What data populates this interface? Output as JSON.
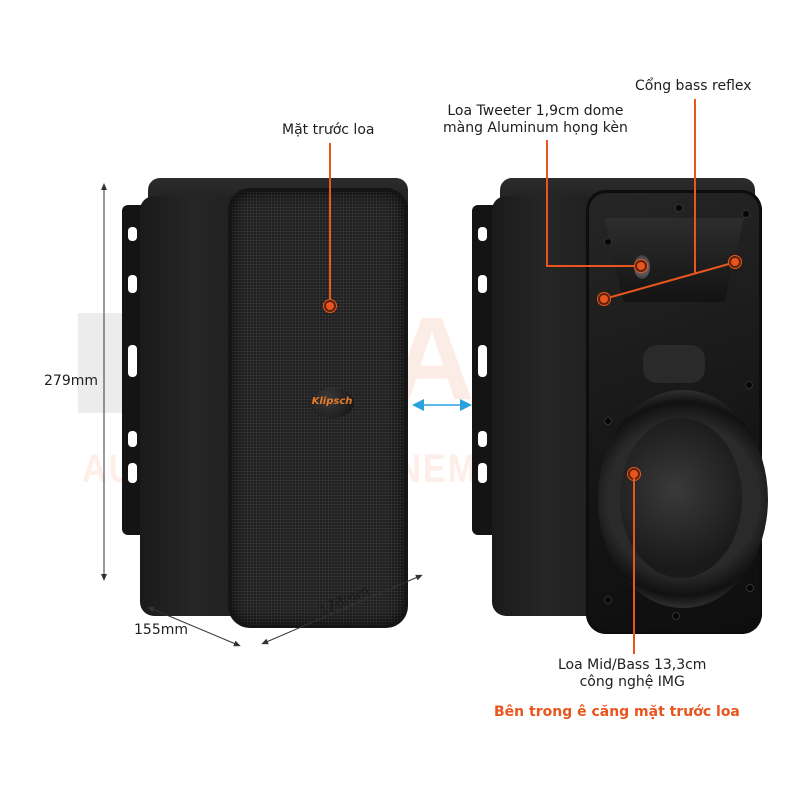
{
  "watermark": {
    "brand": "RADIO",
    "tagline": "AUDIO - HOME CINEMA - KARAOKE"
  },
  "labels": {
    "front_face": "Mặt trước loa",
    "tweeter_line1": "Loa Tweeter 1,9cm dome",
    "tweeter_line2": "màng Aluminum họng kèn",
    "bass_reflex": "Cổng bass reflex",
    "woofer_line1": "Loa Mid/Bass 13,3cm",
    "woofer_line2": "công nghệ IMG"
  },
  "dimensions": {
    "height": "279mm",
    "depth": "155mm",
    "width": "178mm"
  },
  "caption": {
    "text": "Bên trong ê căng mặt trước loa",
    "color": "#e8561e"
  },
  "logo": {
    "brand": "Klipsch"
  },
  "colors": {
    "callout": "#e8561e",
    "arrow": "#29a3dc",
    "text": "#1e1e1e"
  }
}
